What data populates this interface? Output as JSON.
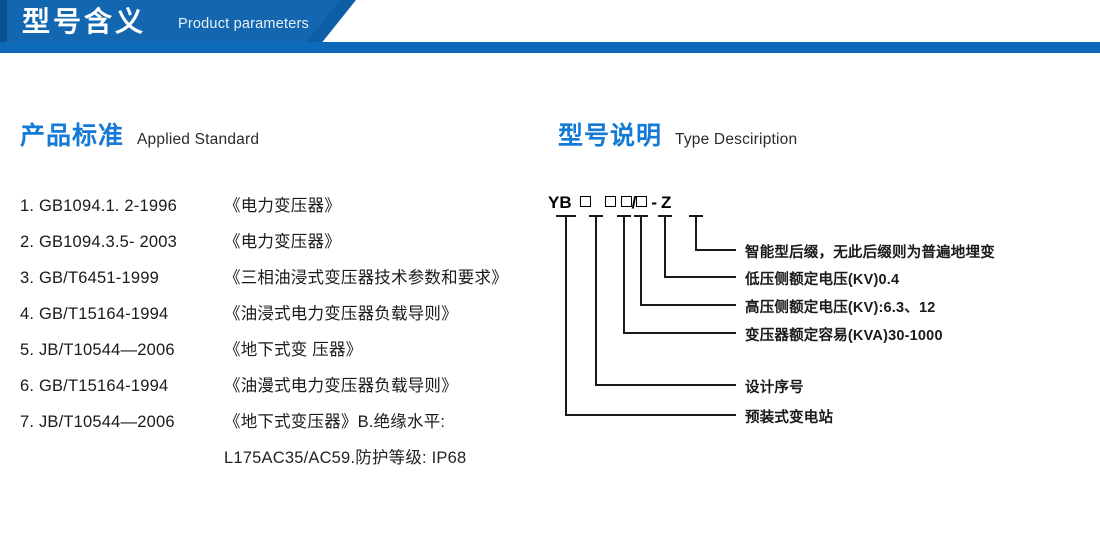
{
  "banner": {
    "title": "型号含义",
    "subtitle": "Product parameters",
    "colors": {
      "edge": "#0a5194",
      "light": "#1267b0",
      "dark": "#0d5ea6",
      "bar": "#0d6ab8"
    }
  },
  "sections": {
    "left": {
      "heading_cn": "产品标准",
      "heading_en": "Applied Standard",
      "standards": [
        {
          "index": "1.",
          "code": "GB1094.1. 2-1996",
          "name": "《电力变压器》"
        },
        {
          "index": "2.",
          "code": "GB1094.3.5- 2003",
          "name": "《电力变压器》"
        },
        {
          "index": "3.",
          "code": "GB/T6451-1999",
          "name": "《三相油浸式变压器技术参数和要求》"
        },
        {
          "index": "4.",
          "code": "GB/T15164-1994",
          "name": "《油浸式电力变压器负载导则》"
        },
        {
          "index": "5.",
          "code": "JB/T10544—2006",
          "name": "《地下式变 压器》"
        },
        {
          "index": "6.",
          "code": "GB/T15164-1994",
          "name": "《油漫式电力变压器负载导则》"
        },
        {
          "index": "7.",
          "code": "JB/T10544—2006",
          "name": "《地下式变压器》B.绝缘水平:"
        }
      ],
      "continuation": "L175AC35/AC59.防护等级: IP68"
    },
    "right": {
      "heading_cn": "型号说明",
      "heading_en": "Type Desciription",
      "code_segments": [
        "YB",
        "□",
        "□",
        "□",
        "/",
        "□",
        "-",
        "Z"
      ],
      "code_string": "YB □ □□/□ - Z",
      "callouts": [
        {
          "id": "suffix",
          "text": "智能型后缀，无此后缀则为普遍地埋变"
        },
        {
          "id": "lv-voltage",
          "text": "低压侧额定电压(KV)0.4"
        },
        {
          "id": "hv-voltage",
          "text": "高压侧额定电压(KV):6.3、12"
        },
        {
          "id": "capacity",
          "text": "变压器额定容易(KVA)30-1000"
        },
        {
          "id": "design-serial",
          "text": "设计序号"
        },
        {
          "id": "substation",
          "text": "预装式变电站"
        }
      ]
    }
  }
}
